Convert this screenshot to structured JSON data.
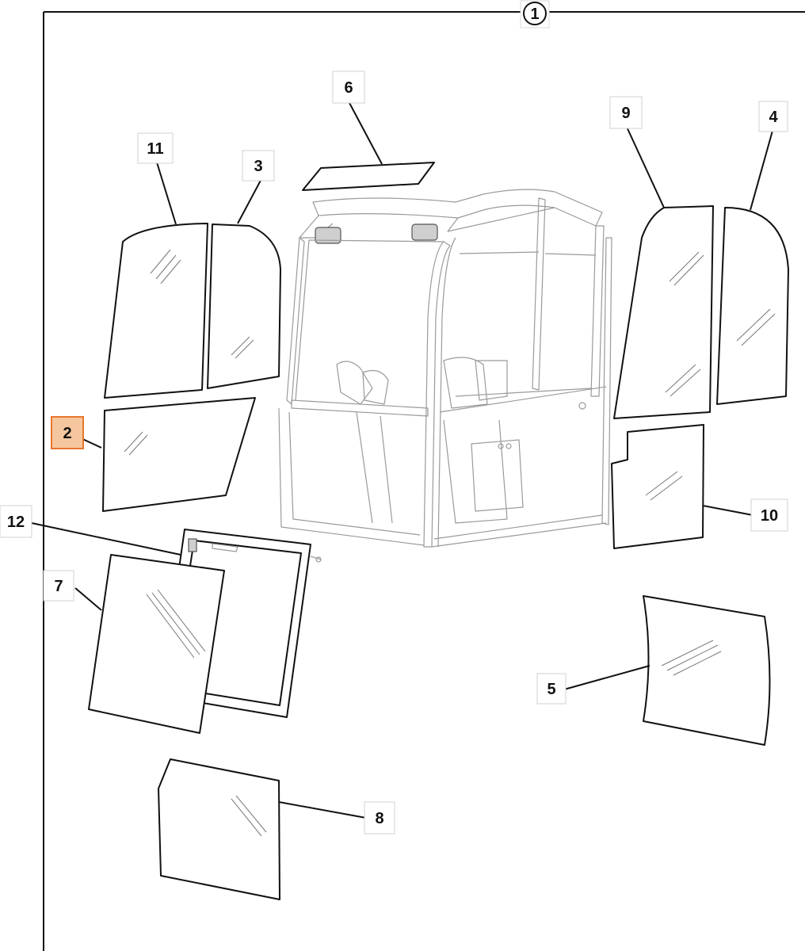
{
  "diagram": {
    "assembly_number": "1",
    "selected_callout": "2",
    "callouts": [
      {
        "id": "2",
        "label": "2"
      },
      {
        "id": "3",
        "label": "3"
      },
      {
        "id": "4",
        "label": "4"
      },
      {
        "id": "5",
        "label": "5"
      },
      {
        "id": "6",
        "label": "6"
      },
      {
        "id": "7",
        "label": "7"
      },
      {
        "id": "8",
        "label": "8"
      },
      {
        "id": "9",
        "label": "9"
      },
      {
        "id": "10",
        "label": "10"
      },
      {
        "id": "11",
        "label": "11"
      },
      {
        "id": "12",
        "label": "12"
      }
    ],
    "colors": {
      "selected_fill": "#f6c79f",
      "selected_border": "#e8762c",
      "line": "#111111",
      "cab_line": "#9a9a9a"
    }
  }
}
